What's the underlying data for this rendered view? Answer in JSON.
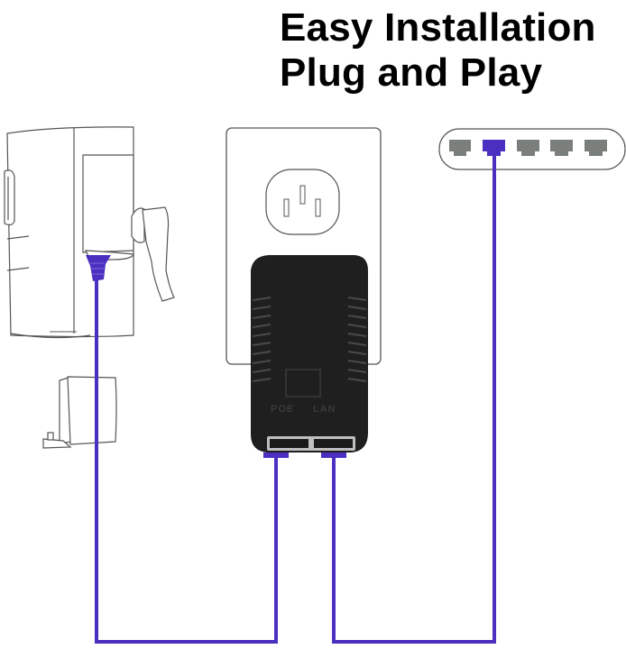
{
  "title": {
    "line1": "Easy Installation",
    "line2": "Plug and Play"
  },
  "diagram": {
    "devices": [
      {
        "name": "camera",
        "label": "IP camera with PoE connector"
      },
      {
        "name": "wall-outlet",
        "label": "Wall power outlet"
      },
      {
        "name": "poe-injector",
        "label": "PoE injector adapter"
      },
      {
        "name": "network-switch",
        "label": "Network switch",
        "port_count": 5,
        "connected_port": 2
      }
    ],
    "injector_ports": {
      "left": "POE",
      "right": "LAN"
    },
    "colors": {
      "cable": "#4b2fc0",
      "switch_port": "#7a7f7c",
      "injector_body": "#222222",
      "outline": "#555555"
    }
  }
}
